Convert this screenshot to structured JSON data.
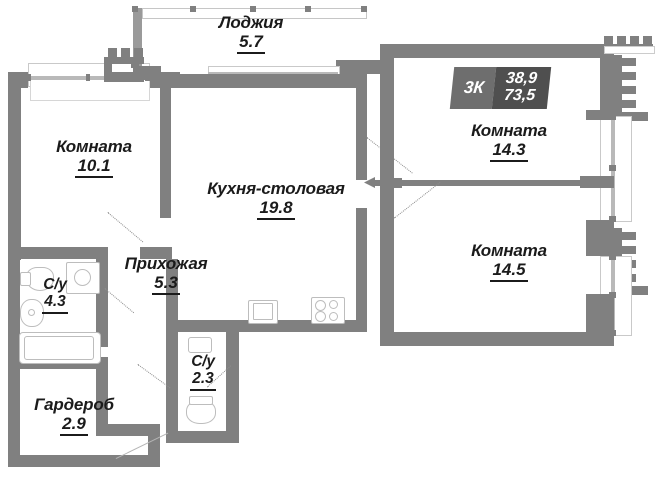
{
  "plan": {
    "type": "apartment-floor-plan",
    "badge": {
      "rooms_label": "3К",
      "living_area": "38,9",
      "total_area": "73,5"
    },
    "rooms": [
      {
        "key": "loggia_top",
        "name": "Лоджия",
        "area": "5.7"
      },
      {
        "key": "room_left",
        "name": "Комната",
        "area": "10.1"
      },
      {
        "key": "kitchen",
        "name": "Кухня-столовая",
        "area": "19.8"
      },
      {
        "key": "hall",
        "name": "Прихожая",
        "area": "5.3"
      },
      {
        "key": "bath_main",
        "name": "С/у",
        "area": "4.3"
      },
      {
        "key": "wardrobe",
        "name": "Гардероб",
        "area": "2.9"
      },
      {
        "key": "wc_small",
        "name": "С/у",
        "area": "2.3"
      },
      {
        "key": "room_top",
        "name": "Комната",
        "area": "14.3"
      },
      {
        "key": "room_bottom",
        "name": "Комната",
        "area": "14.5"
      }
    ],
    "colors": {
      "wall": "#808080",
      "wall_light": "#9a9a9a",
      "fixture_stroke": "#bdbdbd",
      "text": "#1b1b1b",
      "badge_left": "#6e6e6e",
      "badge_right": "#4f4f4f",
      "background": "#ffffff"
    },
    "fixtures": [
      {
        "name": "kitchen-sink",
        "shape": "square"
      },
      {
        "name": "kitchen-stove",
        "shape": "four-burner"
      },
      {
        "name": "toilet-main",
        "shape": "oval"
      },
      {
        "name": "washbasin-main",
        "shape": "oval"
      },
      {
        "name": "washing-machine",
        "shape": "square-circle"
      },
      {
        "name": "bathtub",
        "shape": "rounded-rect"
      },
      {
        "name": "toilet-small",
        "shape": "oval"
      },
      {
        "name": "washbasin-small",
        "shape": "rounded-rect"
      }
    ]
  }
}
